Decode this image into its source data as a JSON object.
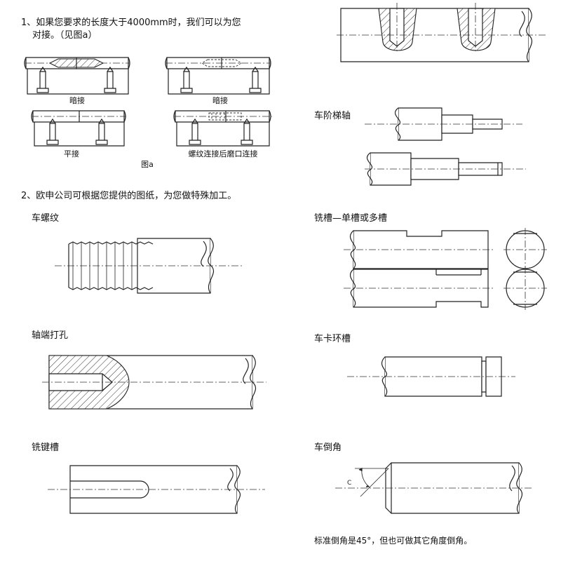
{
  "intro": {
    "line1": "1、如果您要求的长度大于4000mm时，我们可以为您",
    "line2": "对接。（见图a）"
  },
  "joints": {
    "caption_top_left": "暗接",
    "caption_top_right": "暗接",
    "caption_bottom_left": "平接",
    "caption_bottom_right": "螺纹连接后磨口连接",
    "figure_label": "图a"
  },
  "section2": {
    "heading": "2、欧申公司可根据您提供的图纸，为您做特殊加工。"
  },
  "processes": {
    "thread": "车螺纹",
    "end_hole": "轴端打孔",
    "keyway": "铣键槽",
    "stepped": "车阶梯轴",
    "slot": "铣槽—单槽或多槽",
    "circlip": "车卡环槽",
    "chamfer": "车倒角",
    "chamfer_symbol": "C"
  },
  "note": {
    "chamfer_standard": "标准倒角是45°，但也可做其它角度倒角。"
  }
}
